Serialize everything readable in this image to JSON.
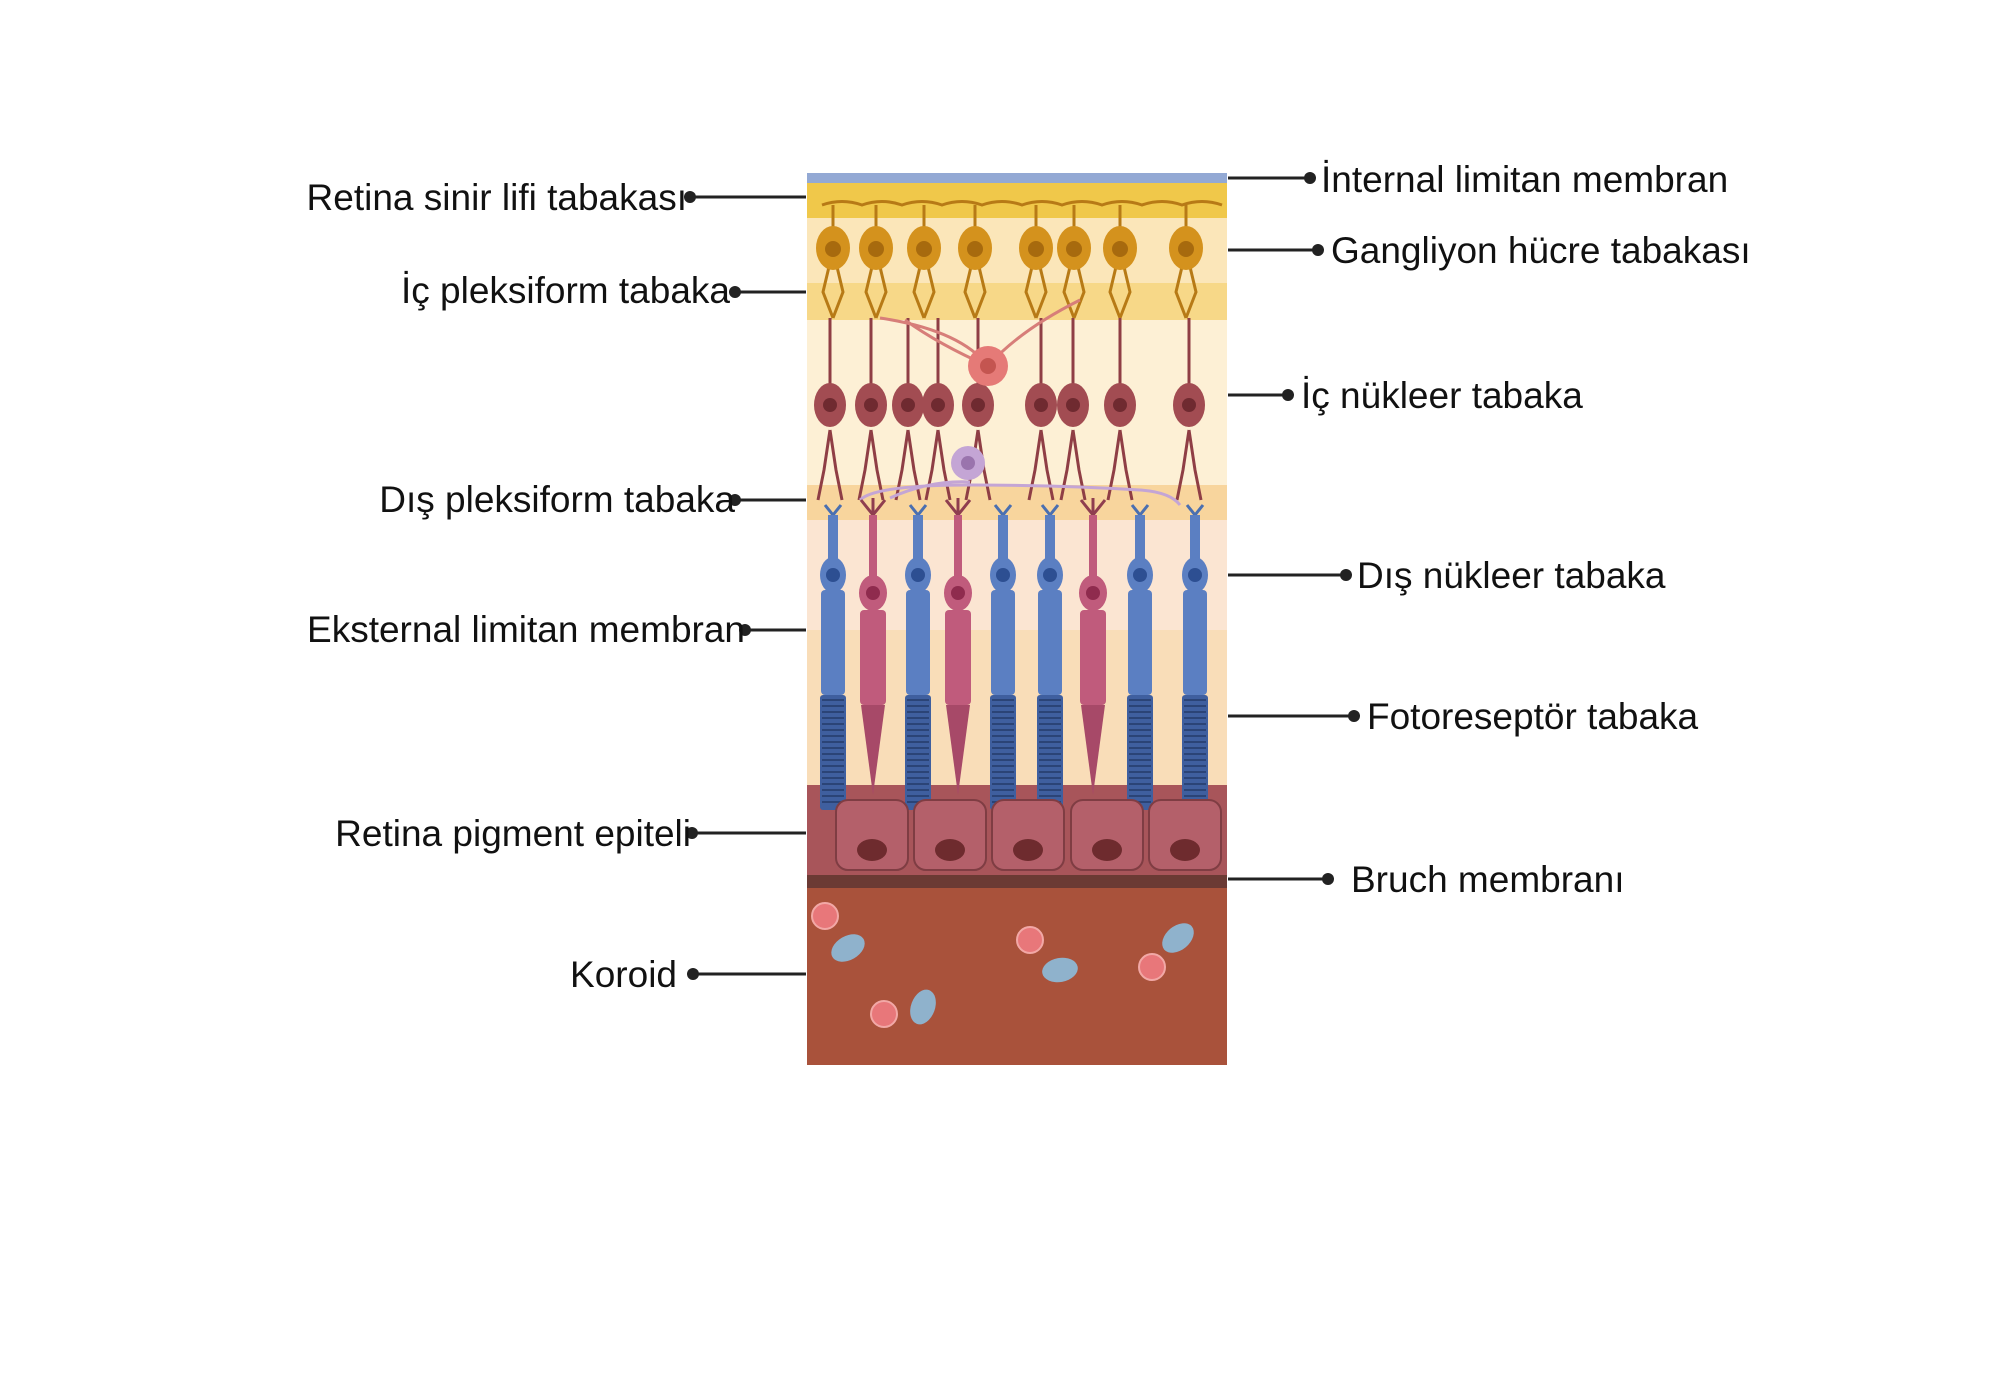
{
  "diagram": {
    "left_labels": [
      "Retina sinir lifi tabakası",
      "İç pleksiform tabaka",
      "Dış pleksiform tabaka",
      "Eksternal limitan membran",
      "Retina pigment epiteli",
      "Koroid"
    ],
    "right_labels": [
      "İnternal limitan membran",
      "Gangliyon hücre tabakası",
      "İç nükleer tabaka",
      "Dış nükleer tabaka",
      "Fotoreseptör tabaka",
      "Bruch membranı"
    ]
  },
  "colors": {
    "ilm": "#93a9d4",
    "nerve_fiber": "#f0c84a",
    "ganglion_bg": "#fbe6b9",
    "ipl": "#f7d888",
    "inl": "#fdf0d5",
    "opl": "#f8d59d",
    "onl": "#fbe5d2",
    "photoreceptor_bg": "#f9ddb8",
    "rpe": "#a8555a",
    "bruch": "#6b3a34",
    "choroid": "#a9523b",
    "ganglion_cell": "#d4921d",
    "bipolar_cell": "#a24c52",
    "amacrine_cell": "#e57a77",
    "horizontal_cell": "#c4a5d5",
    "rod": "#5b7fc2",
    "cone": "#c05b7c",
    "red_blood_cell": "#e8777a",
    "blue_cell": "#8fb2cc"
  }
}
